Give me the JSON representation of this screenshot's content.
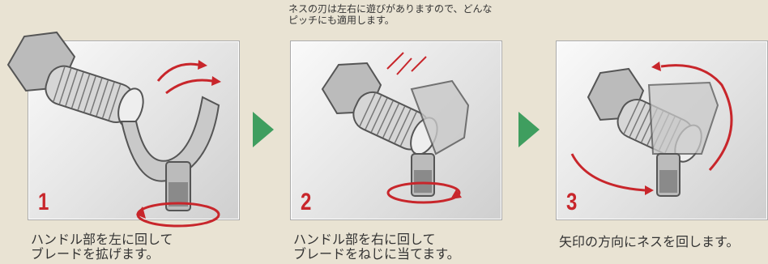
{
  "note": "ネスの刃は左右に遊びがありますので、どんなピッチにも適用します。",
  "steps": [
    {
      "number": "1",
      "caption": "ハンドル部を左に回して\nブレードを拡げます。"
    },
    {
      "number": "2",
      "caption": "ハンドル部を右に回して\nブレードをねじに当てます。"
    },
    {
      "number": "3",
      "caption": "矢印の方向にネスを回します。"
    }
  ],
  "colors": {
    "accent": "#c8262b",
    "arrow": "#3f9e5f",
    "background": "#e9e3d3"
  }
}
